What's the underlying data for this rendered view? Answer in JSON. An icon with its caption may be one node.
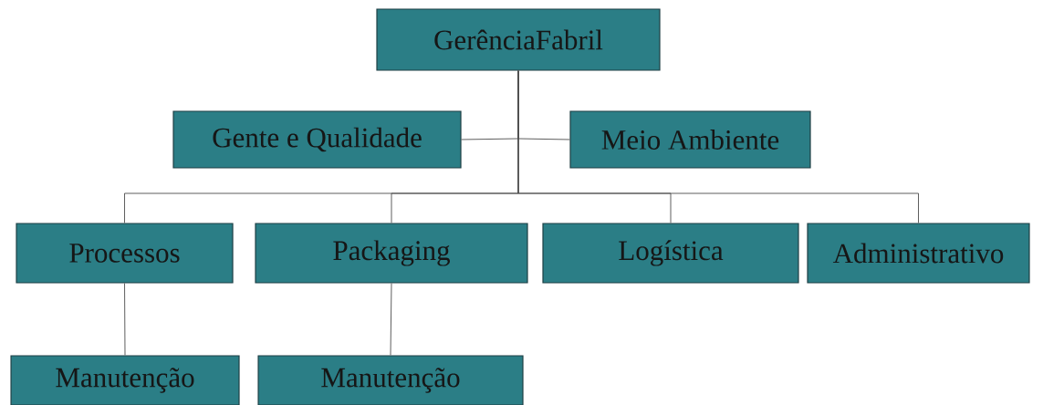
{
  "diagram": {
    "nodes": [
      {
        "text": [
          "GerênciaFabril"
        ]
      },
      {
        "text": [
          "Gente e Qualidade"
        ]
      },
      {
        "text": [
          "Meio Ambiente"
        ]
      },
      {
        "text": [
          "Processos"
        ]
      },
      {
        "text": [
          "Packaging"
        ]
      },
      {
        "text": [
          "Logística"
        ]
      },
      {
        "text": [
          "Administrativo"
        ]
      },
      {
        "text": [
          "Manutenção"
        ]
      },
      {
        "text": [
          "Manutenção"
        ]
      }
    ],
    "edges": [
      {
        "from": 0,
        "to": 1,
        "arrow": "none"
      },
      {
        "from": 0,
        "to": 2,
        "arrow": "none"
      },
      {
        "from": 0,
        "to": 3,
        "arrow": "none"
      },
      {
        "from": 0,
        "to": 4,
        "arrow": "none"
      },
      {
        "from": 0,
        "to": 5,
        "arrow": "none"
      },
      {
        "from": 0,
        "to": 6,
        "arrow": "none"
      },
      {
        "from": 3,
        "to": 7,
        "arrow": "none"
      },
      {
        "from": 4,
        "to": 8,
        "arrow": "none"
      }
    ]
  }
}
